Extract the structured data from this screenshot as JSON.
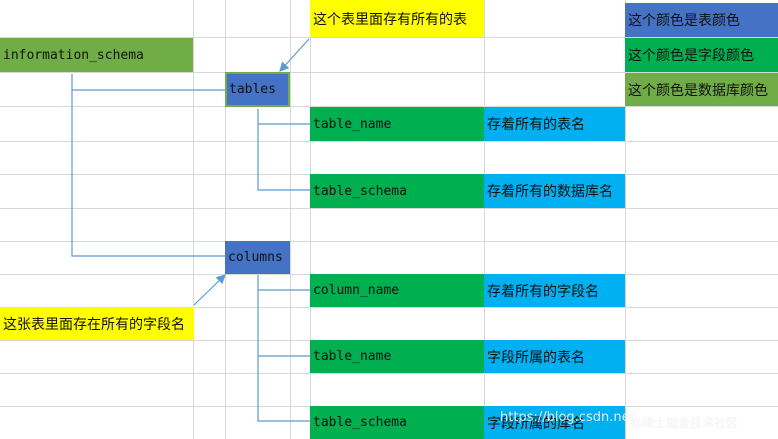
{
  "colors": {
    "db": "#70ad47",
    "table": "#4472c4",
    "field": "#00b050",
    "desc": "#00b0f0",
    "note": "#ffff00",
    "line": "#5b9bd5",
    "grid": "#d8d8d8",
    "text": "#111111"
  },
  "legend": {
    "table_color_label": "这个颜色是表颜色",
    "field_color_label": "这个颜色是字段颜色",
    "db_color_label": "这个颜色是数据库颜色"
  },
  "diagram": {
    "database": "information_schema",
    "tables_node": "tables",
    "columns_node": "columns",
    "tables_note": "这个表里面存有所有的表",
    "columns_note": "这张表里面存在所有的字段名",
    "tables_fields": [
      {
        "name": "table_name",
        "desc": "存着所有的表名"
      },
      {
        "name": "table_schema",
        "desc": "存着所有的数据库名"
      }
    ],
    "columns_fields": [
      {
        "name": "column_name",
        "desc": "存着所有的字段名"
      },
      {
        "name": "table_name",
        "desc": "字段所属的表名"
      },
      {
        "name": "table_schema",
        "desc": "字段所属的库名"
      }
    ]
  },
  "watermark": {
    "left_text": "https://blog.csdn.net",
    "right_text": "@稀土掘金技术社区"
  }
}
